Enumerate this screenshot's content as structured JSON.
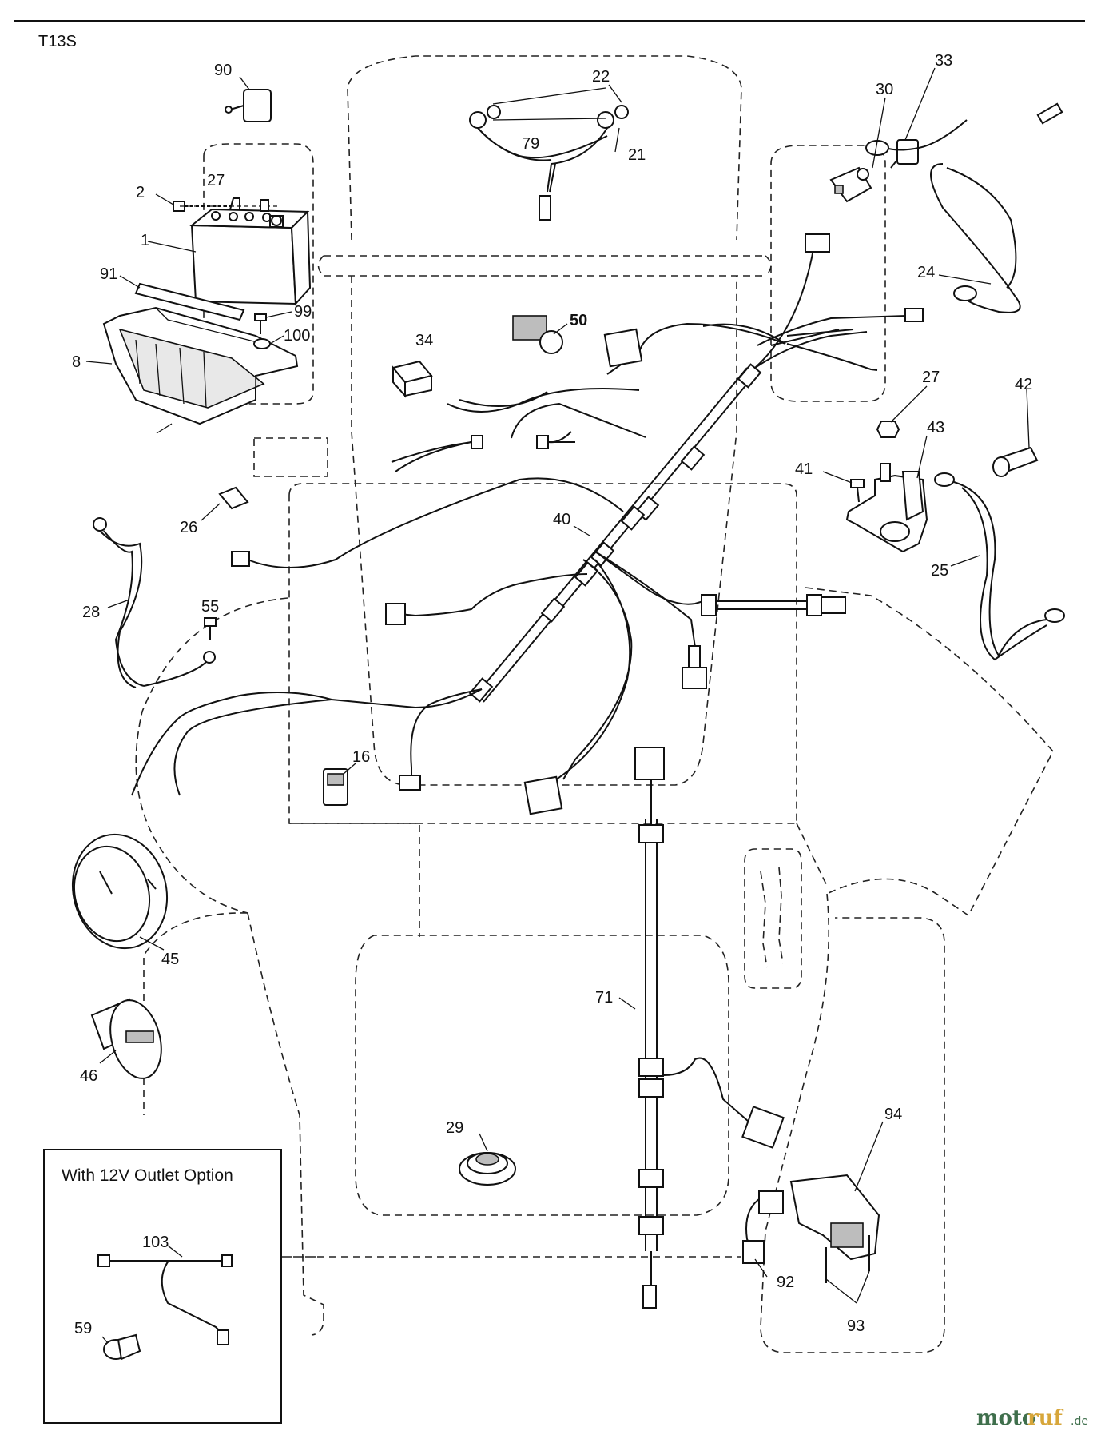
{
  "model": "T13S",
  "option_box": {
    "title": "With 12V Outlet Option"
  },
  "labels": {
    "l90": "90",
    "l22": "22",
    "l79": "79",
    "l21": "21",
    "l30": "30",
    "l33": "33",
    "l27a": "27",
    "l2": "2",
    "l1": "1",
    "l91": "91",
    "l99": "99",
    "l100": "100",
    "l8": "8",
    "l50": "50",
    "l34": "34",
    "l24": "24",
    "l27b": "27",
    "l42": "42",
    "l43": "43",
    "l41": "41",
    "l26": "26",
    "l40": "40",
    "l25": "25",
    "l28": "28",
    "l55": "55",
    "l16": "16",
    "l45": "45",
    "l46": "46",
    "l71": "71",
    "l94": "94",
    "l29": "29",
    "l92": "92",
    "l93": "93",
    "l103": "103",
    "l59": "59"
  },
  "watermark": {
    "brand_a": "moto",
    "brand_b": "ruf",
    "tld": ".de"
  }
}
